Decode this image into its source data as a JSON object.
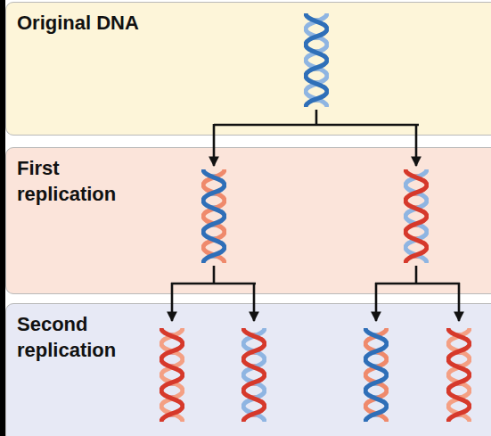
{
  "diagram": {
    "nodes": [
      {
        "text": [
          "Original DNA"
        ]
      },
      {
        "text": [
          "First replication"
        ]
      },
      {
        "text": [
          "Second replication"
        ]
      }
    ]
  }
}
